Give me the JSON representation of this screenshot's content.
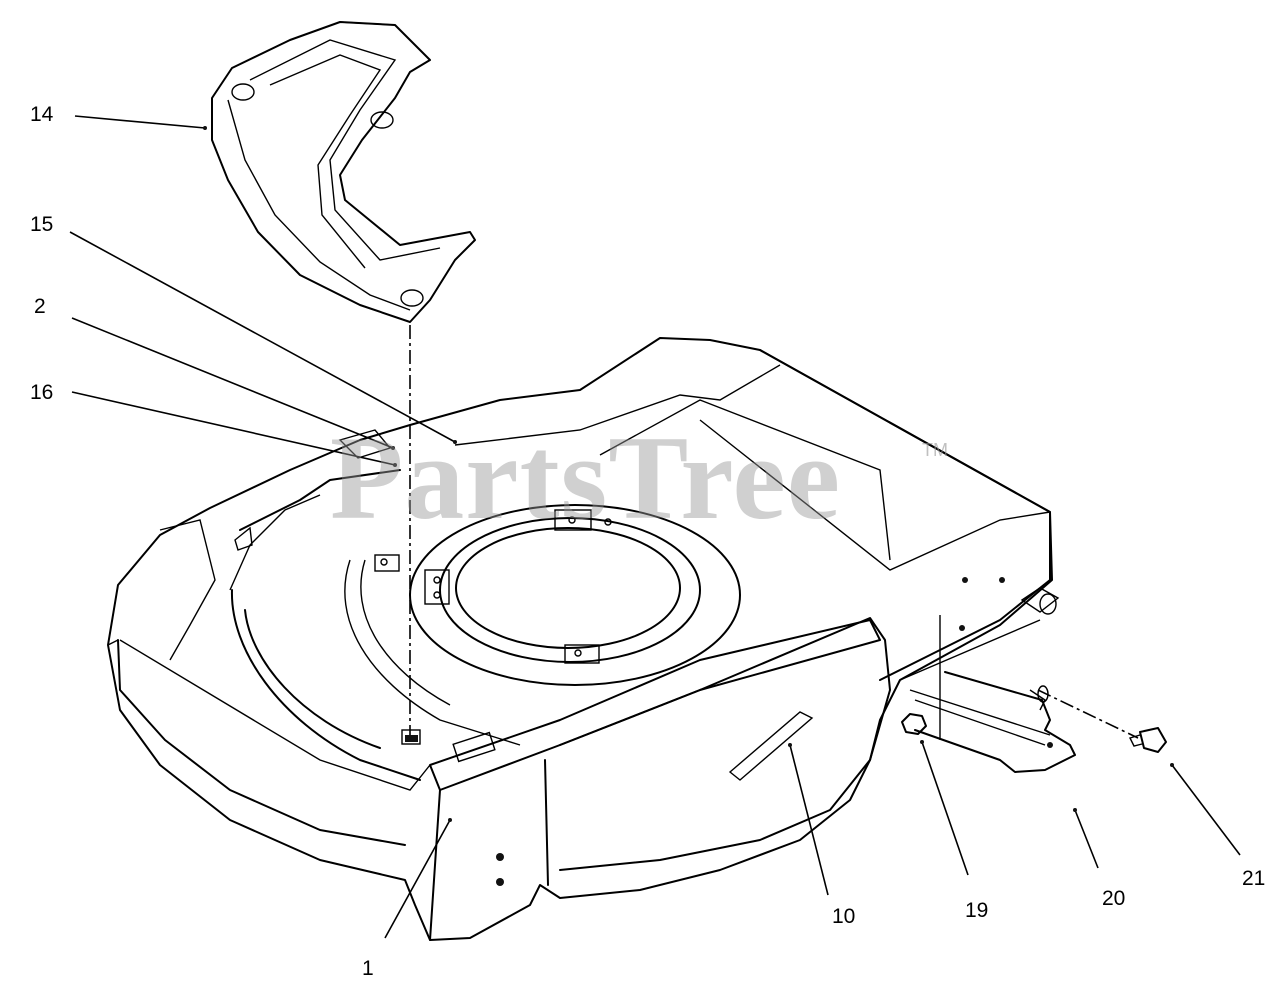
{
  "watermark": {
    "text": "PartsTree",
    "trademark": "TM"
  },
  "callouts": [
    {
      "id": "14",
      "label": "14"
    },
    {
      "id": "15",
      "label": "15"
    },
    {
      "id": "2",
      "label": "2"
    },
    {
      "id": "16",
      "label": "16"
    },
    {
      "id": "1",
      "label": "1"
    },
    {
      "id": "10",
      "label": "10"
    },
    {
      "id": "19",
      "label": "19"
    },
    {
      "id": "20",
      "label": "20"
    },
    {
      "id": "21",
      "label": "21"
    }
  ]
}
